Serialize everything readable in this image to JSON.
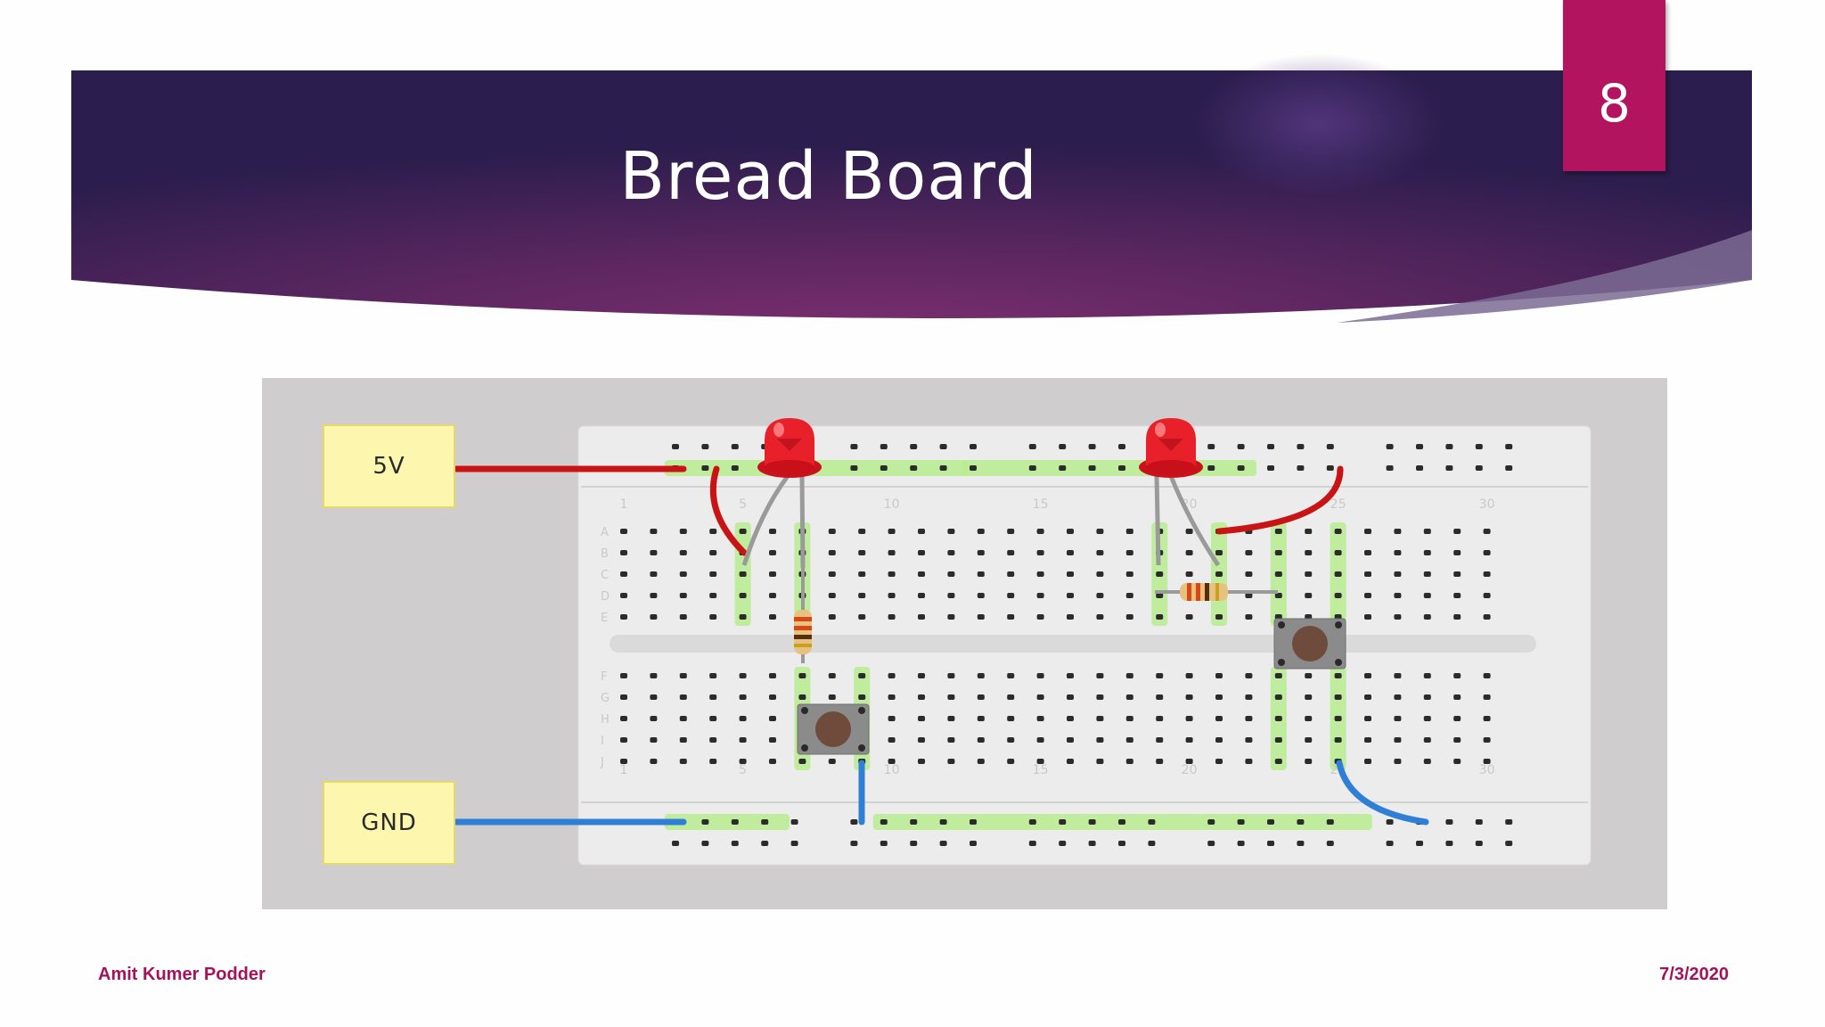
{
  "slide": {
    "title": "Bread Board",
    "page_number": "8",
    "footer_author": "Amit Kumer Podder",
    "footer_date": "7/3/2020"
  },
  "breadboard_image": {
    "supply_labels": {
      "vcc": "5V",
      "ground": "GND"
    },
    "column_labels": [
      "1",
      "5",
      "10",
      "15",
      "20",
      "25",
      "30"
    ],
    "row_labels_top": [
      "A",
      "B",
      "C",
      "D",
      "E"
    ],
    "row_labels_bottom": [
      "F",
      "G",
      "H",
      "I",
      "J"
    ]
  },
  "colors": {
    "banner_dark": "#2b1d4d",
    "banner_mid": "#6b2a67",
    "badge": "#b3145f",
    "footer_text": "#a5125c",
    "wire_red": "#c81414",
    "wire_blue": "#2f7fd6",
    "led_red": "#e8202a",
    "highlight_green": "#b9ec8f"
  }
}
